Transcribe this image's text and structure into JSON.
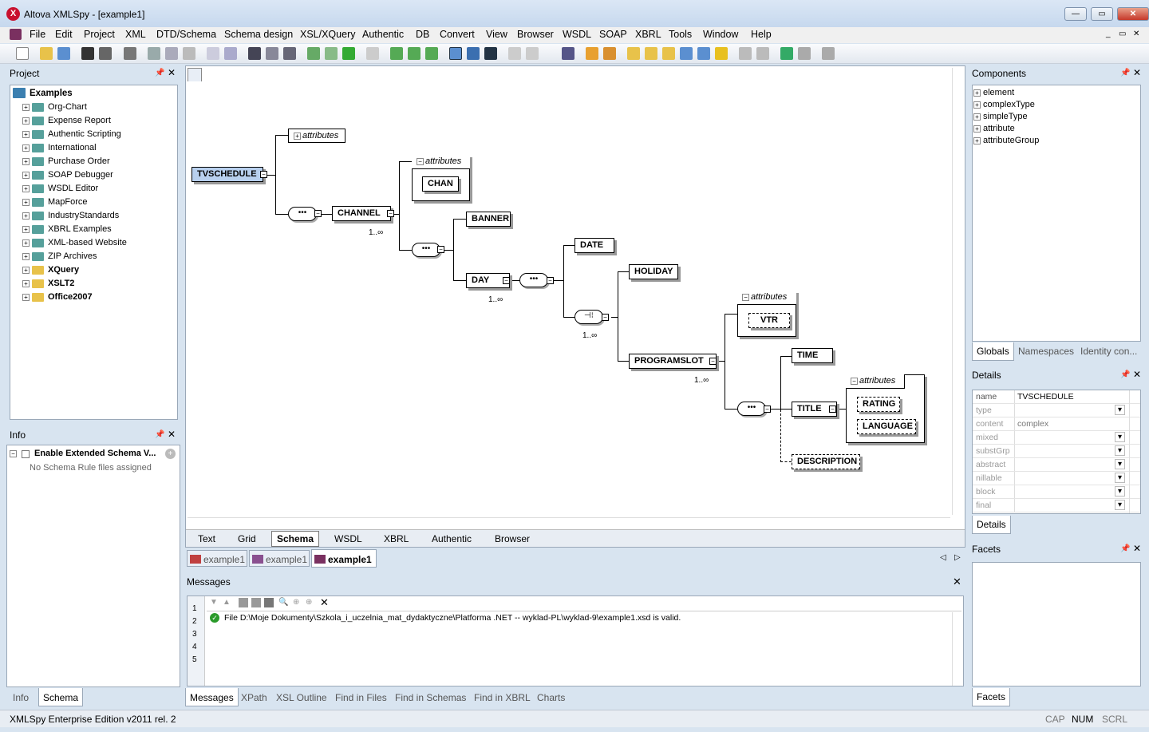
{
  "window": {
    "title": "Altova XMLSpy - [example1]",
    "app_icon": "X"
  },
  "menu": [
    "File",
    "Edit",
    "Project",
    "XML",
    "DTD/Schema",
    "Schema design",
    "XSL/XQuery",
    "Authentic",
    "DB",
    "Convert",
    "View",
    "Browser",
    "WSDL",
    "SOAP",
    "XBRL",
    "Tools",
    "Window",
    "Help"
  ],
  "project": {
    "title": "Project",
    "root": "Examples",
    "items": [
      {
        "label": "Org-Chart",
        "bold": false
      },
      {
        "label": "Expense Report",
        "bold": false
      },
      {
        "label": "Authentic Scripting",
        "bold": false
      },
      {
        "label": "International",
        "bold": false
      },
      {
        "label": "Purchase Order",
        "bold": false
      },
      {
        "label": "SOAP Debugger",
        "bold": false
      },
      {
        "label": "WSDL Editor",
        "bold": false
      },
      {
        "label": "MapForce",
        "bold": false
      },
      {
        "label": "IndustryStandards",
        "bold": false
      },
      {
        "label": "XBRL Examples",
        "bold": false
      },
      {
        "label": "XML-based Website",
        "bold": false
      },
      {
        "label": "ZIP Archives",
        "bold": false
      },
      {
        "label": "XQuery",
        "bold": true
      },
      {
        "label": "XSLT2",
        "bold": true
      },
      {
        "label": "Office2007",
        "bold": true
      }
    ]
  },
  "info": {
    "title": "Info",
    "item": "Enable Extended Schema V...",
    "sub": "No Schema Rule files assigned"
  },
  "left_tabs": [
    "Info",
    "Schema"
  ],
  "schema": {
    "root": "TVSCHEDULE",
    "attributes": "attributes",
    "channel": "CHANNEL",
    "chan": "CHAN",
    "banner": "BANNER",
    "day": "DAY",
    "date": "DATE",
    "holiday": "HOLIDAY",
    "programslot": "PROGRAMSLOT",
    "vtr": "VTR",
    "time": "TIME",
    "title": "TITLE",
    "description": "DESCRIPTION",
    "rating": "RATING",
    "language": "LANGUAGE",
    "card": "1..∞",
    "seq": "•••"
  },
  "view_tabs": [
    "Text",
    "Grid",
    "Schema",
    "WSDL",
    "XBRL",
    "Authentic",
    "Browser"
  ],
  "doc_tabs": [
    "example1",
    "example1",
    "example1"
  ],
  "messages": {
    "title": "Messages",
    "side_tabs": [
      "1",
      "2",
      "3",
      "4",
      "5"
    ],
    "text": "File D:\\Moje Dokumenty\\Szkola_i_uczelnia_mat_dydaktyczne\\Platforma .NET -- wyklad-PL\\wyklad-9\\example1.xsd is valid."
  },
  "bottom_tabs": [
    "Messages",
    "XPath",
    "XSL Outline",
    "Find in Files",
    "Find in Schemas",
    "Find in XBRL",
    "Charts"
  ],
  "components": {
    "title": "Components",
    "items": [
      "element",
      "complexType",
      "simpleType",
      "attribute",
      "attributeGroup"
    ],
    "tabs": [
      "Globals",
      "Namespaces",
      "Identity con..."
    ]
  },
  "details": {
    "title": "Details",
    "rows": [
      {
        "k": "name",
        "v": "TVSCHEDULE"
      },
      {
        "k": "type",
        "v": ""
      },
      {
        "k": "content",
        "v": "complex"
      },
      {
        "k": "mixed",
        "v": ""
      },
      {
        "k": "substGrp",
        "v": ""
      },
      {
        "k": "abstract",
        "v": ""
      },
      {
        "k": "nillable",
        "v": ""
      },
      {
        "k": "block",
        "v": ""
      },
      {
        "k": "final",
        "v": ""
      }
    ],
    "tab": "Details"
  },
  "facets": {
    "title": "Facets",
    "tab": "Facets"
  },
  "status": {
    "text": "XMLSpy Enterprise Edition v2011 rel. 2",
    "caps": "CAP",
    "num": "NUM",
    "scrl": "SCRL"
  }
}
